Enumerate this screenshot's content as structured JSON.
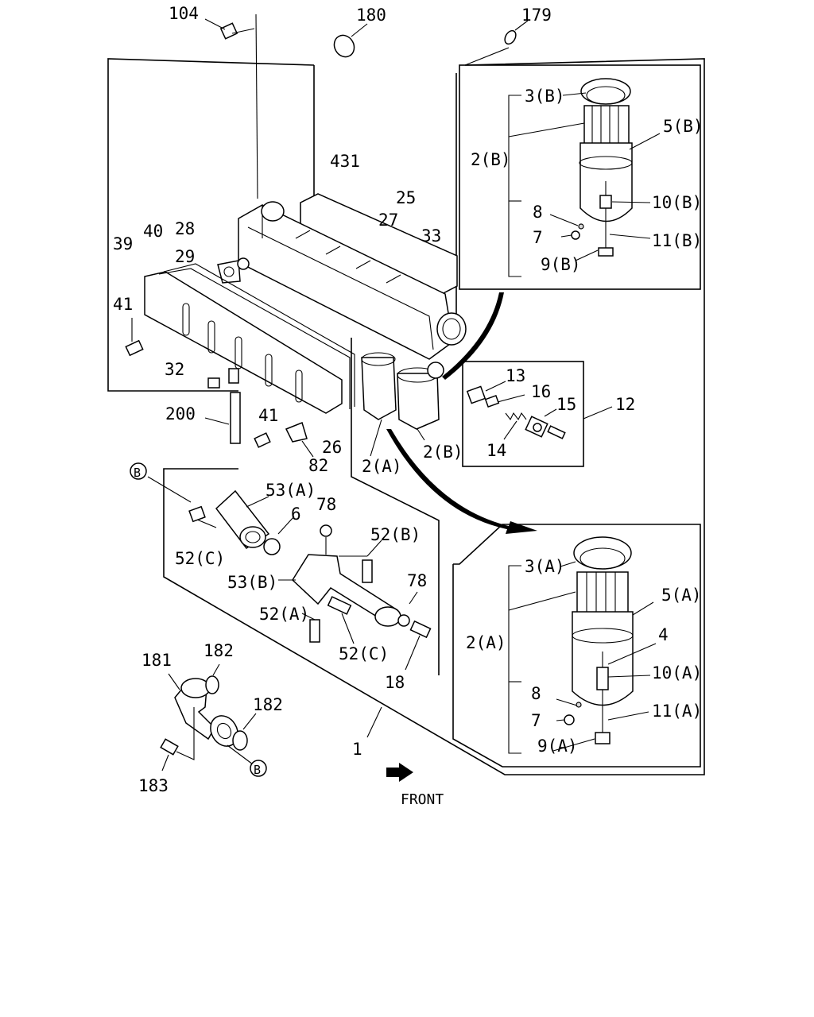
{
  "diagram": {
    "title_mark": "FRONT",
    "labels": [
      {
        "id": "l104",
        "text": "104"
      },
      {
        "id": "l180",
        "text": "180"
      },
      {
        "id": "l179",
        "text": "179"
      },
      {
        "id": "l431",
        "text": "431"
      },
      {
        "id": "l25",
        "text": "25"
      },
      {
        "id": "l27",
        "text": "27"
      },
      {
        "id": "l33",
        "text": "33"
      },
      {
        "id": "l39",
        "text": "39"
      },
      {
        "id": "l40",
        "text": "40"
      },
      {
        "id": "l28",
        "text": "28"
      },
      {
        "id": "l29",
        "text": "29"
      },
      {
        "id": "l41a",
        "text": "41"
      },
      {
        "id": "l32",
        "text": "32"
      },
      {
        "id": "l200",
        "text": "200"
      },
      {
        "id": "l41b",
        "text": "41"
      },
      {
        "id": "l26",
        "text": "26"
      },
      {
        "id": "l82",
        "text": "82"
      },
      {
        "id": "l2a",
        "text": "2(A)"
      },
      {
        "id": "l2b",
        "text": "2(B)"
      },
      {
        "id": "l13",
        "text": "13"
      },
      {
        "id": "l16",
        "text": "16"
      },
      {
        "id": "l15",
        "text": "15"
      },
      {
        "id": "l12",
        "text": "12"
      },
      {
        "id": "l14",
        "text": "14"
      },
      {
        "id": "l53a",
        "text": "53(A)"
      },
      {
        "id": "l6",
        "text": "6"
      },
      {
        "id": "l78a",
        "text": "78"
      },
      {
        "id": "l52c1",
        "text": "52(C)"
      },
      {
        "id": "l52b",
        "text": "52(B)"
      },
      {
        "id": "l53b",
        "text": "53(B)"
      },
      {
        "id": "l78b",
        "text": "78"
      },
      {
        "id": "l52a",
        "text": "52(A)"
      },
      {
        "id": "l52c2",
        "text": "52(C)"
      },
      {
        "id": "l18",
        "text": "18"
      },
      {
        "id": "l181",
        "text": "181"
      },
      {
        "id": "l182a",
        "text": "182"
      },
      {
        "id": "l182b",
        "text": "182"
      },
      {
        "id": "l183",
        "text": "183"
      },
      {
        "id": "l1",
        "text": "1"
      },
      {
        "id": "lB1",
        "text": "B"
      },
      {
        "id": "lB2",
        "text": "B"
      },
      {
        "id": "t3b",
        "text": "3(B)"
      },
      {
        "id": "t5b",
        "text": "5(B)"
      },
      {
        "id": "t2b",
        "text": "2(B)"
      },
      {
        "id": "t10b",
        "text": "10(B)"
      },
      {
        "id": "t8b",
        "text": "8"
      },
      {
        "id": "t7b",
        "text": "7"
      },
      {
        "id": "t11b",
        "text": "11(B)"
      },
      {
        "id": "t9b",
        "text": "9(B)"
      },
      {
        "id": "t3a",
        "text": "3(A)"
      },
      {
        "id": "t5a",
        "text": "5(A)"
      },
      {
        "id": "t2a",
        "text": "2(A)"
      },
      {
        "id": "t4",
        "text": "4"
      },
      {
        "id": "t10a",
        "text": "10(A)"
      },
      {
        "id": "t8a",
        "text": "8"
      },
      {
        "id": "t7a",
        "text": "7"
      },
      {
        "id": "t11a",
        "text": "11(A)"
      },
      {
        "id": "t9a",
        "text": "9(A)"
      }
    ]
  }
}
